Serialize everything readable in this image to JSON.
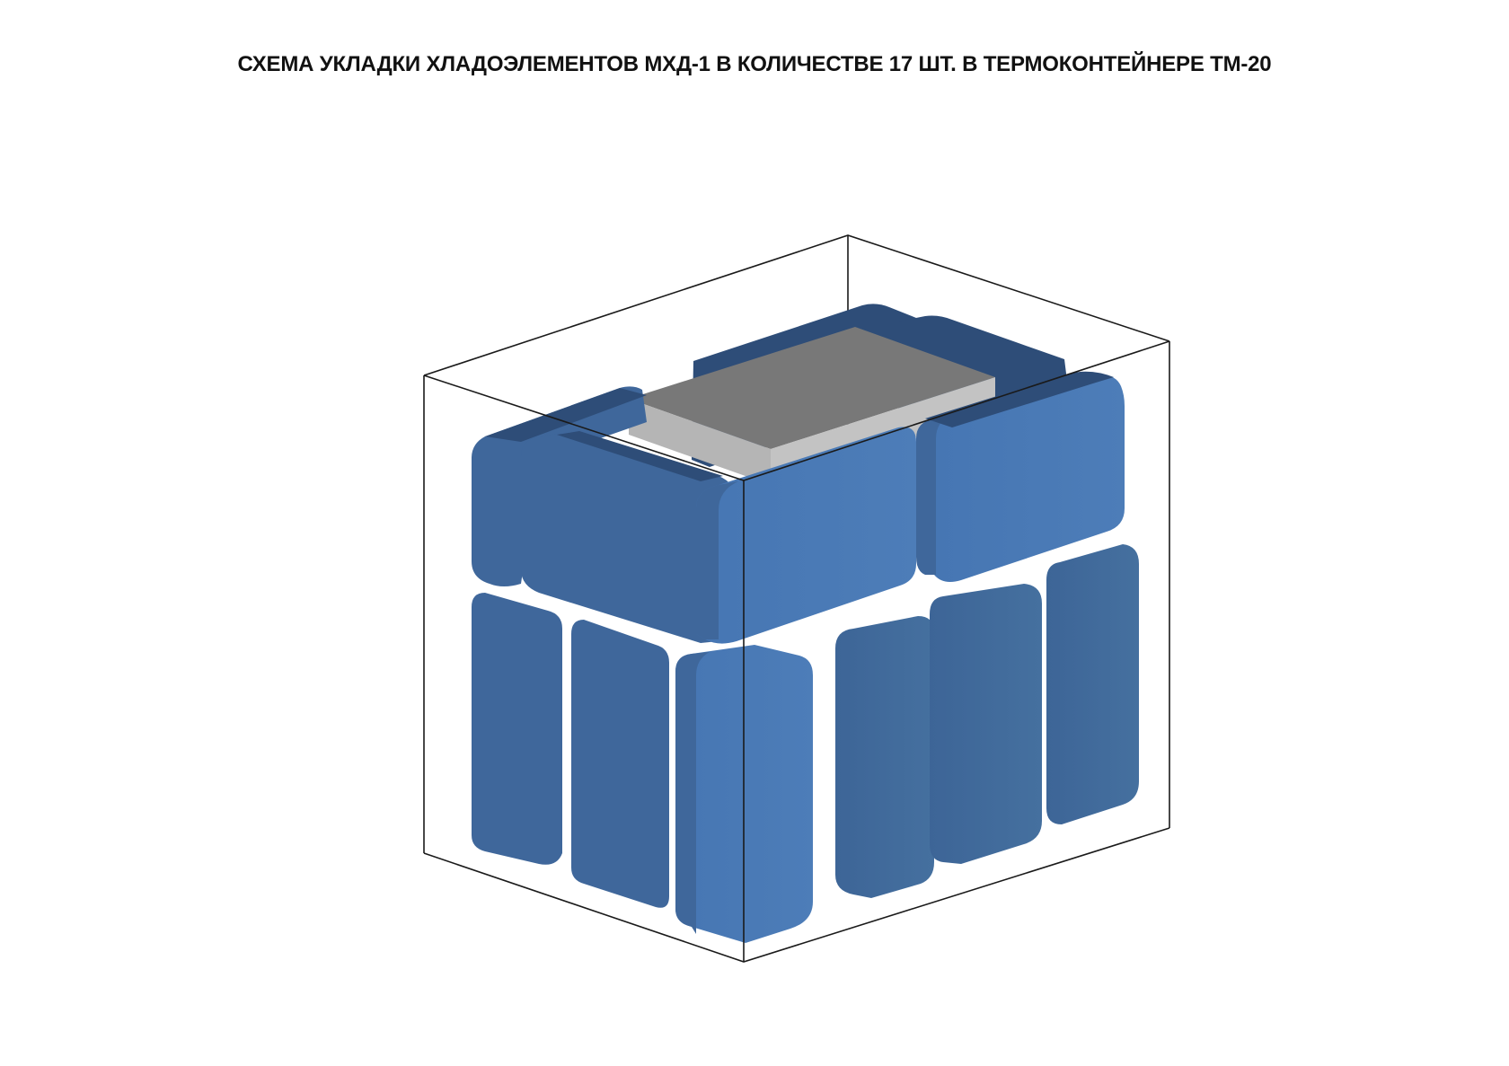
{
  "title": "СХЕМА УКЛАДКИ ХЛАДОЭЛЕМЕНТОВ МХД-1 В КОЛИЧЕСТВЕ 17 ШТ. В ТЕРМОКОНТЕЙНЕРЕ ТМ-20",
  "colors": {
    "cold_element_front": "#4a78b2",
    "cold_element_side": "#3f679b",
    "cold_element_top": "#2e4d78",
    "payload_top": "#787878",
    "payload_front": "#b5b5b5",
    "payload_side": "#c9c9c9",
    "container_edge": "#1a1a1a"
  },
  "icons": {
    "container": "transparent-box-wireframe",
    "cold_element": "blue-rounded-slab",
    "payload": "grey-block"
  }
}
